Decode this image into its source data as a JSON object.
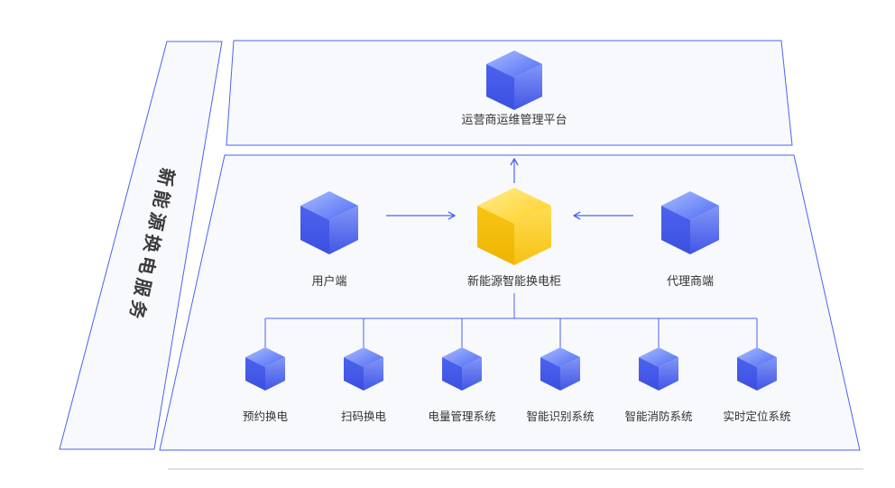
{
  "diagram": {
    "title": "新能源换电服务",
    "colors": {
      "accent": "#4a63f0",
      "panel_fill": "#f8f9fd",
      "cube_blue": "#4c69f0",
      "cube_yellow": "#ffd234",
      "text": "#333333",
      "ground_line": "#d6d6d6"
    },
    "top_panel": {
      "node_label": "运营商运维管理平台",
      "node_icon": "cube-3d-blue"
    },
    "main_panel": {
      "left_node": "用户端",
      "center_node": "新能源智能换电柜",
      "right_node": "代理商端",
      "left_node_icon": "cube-3d-blue",
      "center_node_icon": "cube-3d-yellow",
      "right_node_icon": "cube-3d-blue",
      "sub_nodes": [
        "预约换电",
        "扫码换电",
        "电量管理系统",
        "智能识别系统",
        "智能消防系统",
        "实时定位系统"
      ],
      "sub_node_icon": "cube-3d-blue",
      "edges": [
        {
          "from": "用户端",
          "to": "新能源智能换电柜",
          "direction": "right"
        },
        {
          "from": "代理商端",
          "to": "新能源智能换电柜",
          "direction": "left"
        },
        {
          "from": "新能源智能换电柜",
          "to": "运营商运维管理平台",
          "direction": "up"
        }
      ]
    }
  }
}
